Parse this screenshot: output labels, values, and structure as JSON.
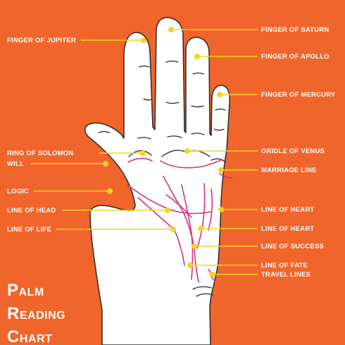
{
  "colors": {
    "background": "#F0652B",
    "hand_fill": "#ffffff",
    "hand_outline": "#2b2b2b",
    "leader": "#F5D423",
    "palm_lines": "#D6317F"
  },
  "labels": {
    "finger_of_jupiter": "FINGER OF JUPITER",
    "finger_of_saturn": "FINGER OF SATURN",
    "finger_of_apollo": "FINGER OF APOLLO",
    "finger_of_mercury": "FINGER OF MERCURY",
    "ring_of_solomon": "RING OF SOLOMON",
    "will": "WILL",
    "gridle_of_venus": "GRIDLE OF VENUS",
    "marriage_line": "MARRIAGE LINE",
    "logic": "LOGIC",
    "line_of_head": "LINE OF HEAD",
    "line_of_heart_1": "LINE OF HEART",
    "line_of_life": "LINE OF LIFE",
    "line_of_heart_2": "LINE OF HEART",
    "line_of_success": "LINE OF SUCCESS",
    "line_of_fate": "LINE OF FATE",
    "travel_lines": "TRAVEL LINES"
  },
  "title": {
    "line1_cap": "P",
    "line1_rest": "ALM",
    "line2_cap": "R",
    "line2_rest": "EADING",
    "line3_cap": "C",
    "line3_rest": "HART"
  }
}
